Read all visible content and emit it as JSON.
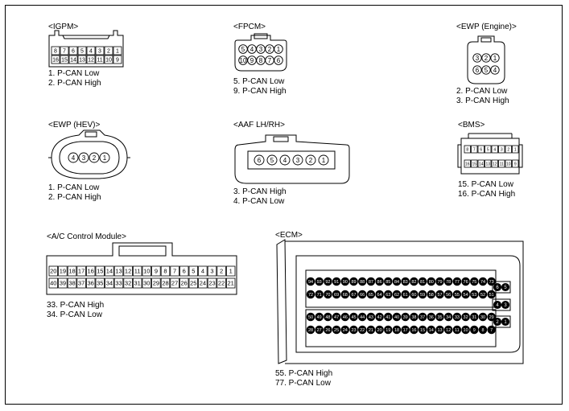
{
  "connectors": [
    {
      "id": "igpm",
      "title": "<IGPM>",
      "pins": [
        "1. P-CAN Low",
        "2. P-CAN High"
      ],
      "row1": [
        "8",
        "7",
        "6",
        "5",
        "4",
        "3",
        "2",
        "1"
      ],
      "row2": [
        "16",
        "15",
        "14",
        "13",
        "12",
        "11",
        "10",
        "9"
      ]
    },
    {
      "id": "fpcm",
      "title": "<FPCM>",
      "pins": [
        "5. P-CAN Low",
        "9. P-CAN High"
      ],
      "row1": [
        "5",
        "4",
        "3",
        "2",
        "1"
      ],
      "row2": [
        "10",
        "9",
        "8",
        "7",
        "6"
      ]
    },
    {
      "id": "ewp_engine",
      "title": "<EWP (Engine)>",
      "pins": [
        "2. P-CAN Low",
        "3. P-CAN High"
      ],
      "row1": [
        "3",
        "2",
        "1"
      ],
      "row2": [
        "6",
        "5",
        "4"
      ]
    },
    {
      "id": "ewp_hev",
      "title": "<EWP (HEV)>",
      "pins": [
        "1. P-CAN Low",
        "2. P-CAN High"
      ],
      "row1": [
        "4",
        "3",
        "2",
        "1"
      ]
    },
    {
      "id": "aaf",
      "title": "<AAF LH/RH>",
      "pins": [
        "3. P-CAN High",
        "4. P-CAN Low"
      ],
      "row1": [
        "6",
        "5",
        "4",
        "3",
        "2",
        "1"
      ]
    },
    {
      "id": "bms",
      "title": "<BMS>",
      "pins": [
        "15. P-CAN Low",
        "16. P-CAN High"
      ],
      "row1": [
        "8",
        "7",
        "6",
        "5",
        "4",
        "3",
        "2",
        "1"
      ],
      "row2": [
        "16",
        "15",
        "14",
        "13",
        "12",
        "11",
        "10",
        "9"
      ]
    },
    {
      "id": "ac",
      "title": "<A/C Control Module>",
      "pins": [
        "33. P-CAN High",
        "34. P-CAN Low"
      ],
      "row1": [
        "20",
        "19",
        "18",
        "17",
        "16",
        "15",
        "14",
        "13",
        "12",
        "11",
        "10",
        "9",
        "8",
        "7",
        "6",
        "5",
        "4",
        "3",
        "2",
        "1"
      ],
      "row2": [
        "40",
        "39",
        "38",
        "37",
        "36",
        "35",
        "34",
        "33",
        "32",
        "31",
        "30",
        "29",
        "28",
        "27",
        "26",
        "25",
        "24",
        "23",
        "22",
        "21"
      ]
    },
    {
      "id": "ecm",
      "title": "<ECM>",
      "pins": [
        "55. P-CAN High",
        "77. P-CAN Low"
      ],
      "rowA": [
        "94",
        "93",
        "92",
        "91",
        "90",
        "89",
        "88",
        "87",
        "86",
        "85",
        "84",
        "83",
        "82",
        "81",
        "80",
        "79",
        "78",
        "77",
        "76",
        "75",
        "74",
        "73"
      ],
      "rowB": [
        "72",
        "71",
        "70",
        "69",
        "68",
        "67",
        "66",
        "65",
        "64",
        "63",
        "62",
        "61",
        "60",
        "59",
        "58",
        "57",
        "56",
        "55",
        "54",
        "53",
        "52",
        "51"
      ],
      "rowC": [
        "50",
        "49",
        "48",
        "47",
        "46",
        "45",
        "44",
        "43",
        "42",
        "41",
        "40",
        "39",
        "38",
        "37",
        "36",
        "35",
        "34",
        "33",
        "32",
        "31",
        "30",
        "29"
      ],
      "rowD": [
        "28",
        "27",
        "26",
        "25",
        "24",
        "23",
        "22",
        "21",
        "20",
        "19",
        "18",
        "17",
        "16",
        "15",
        "14",
        "13",
        "12",
        "11",
        "10",
        "9",
        "8",
        "7"
      ],
      "side1": [
        "6",
        "5"
      ],
      "side2": [
        "4",
        "3"
      ],
      "side3": [
        "2",
        "1"
      ]
    }
  ]
}
